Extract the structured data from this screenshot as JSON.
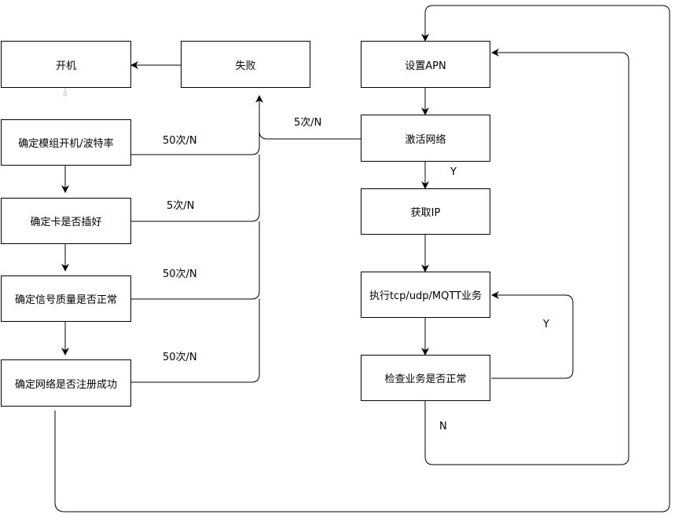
{
  "nodes": {
    "power_on": "开机",
    "failed": "失败",
    "check_module": "确定模组开机/波特率",
    "check_sim": "确定卡是否插好",
    "check_signal": "确定信号质量是否正常",
    "check_registration": "确定网络是否注册成功",
    "set_apn": "设置APN",
    "activate_network": "激活网络",
    "get_ip": "获取IP",
    "run_business": "执行tcp/udp/MQTT业务",
    "check_business": "检查业务是否正常"
  },
  "edge_labels": {
    "module_fail": "50次/N",
    "sim_fail": "5次/N",
    "signal_fail": "50次/N",
    "registration_fail": "50次/N",
    "activate_fail": "5次/N",
    "activate_ok": "Y",
    "business_ok": "Y",
    "business_fail": "N"
  },
  "colors": {
    "line": "#000000",
    "border": "#000000",
    "background": "#ffffff"
  }
}
